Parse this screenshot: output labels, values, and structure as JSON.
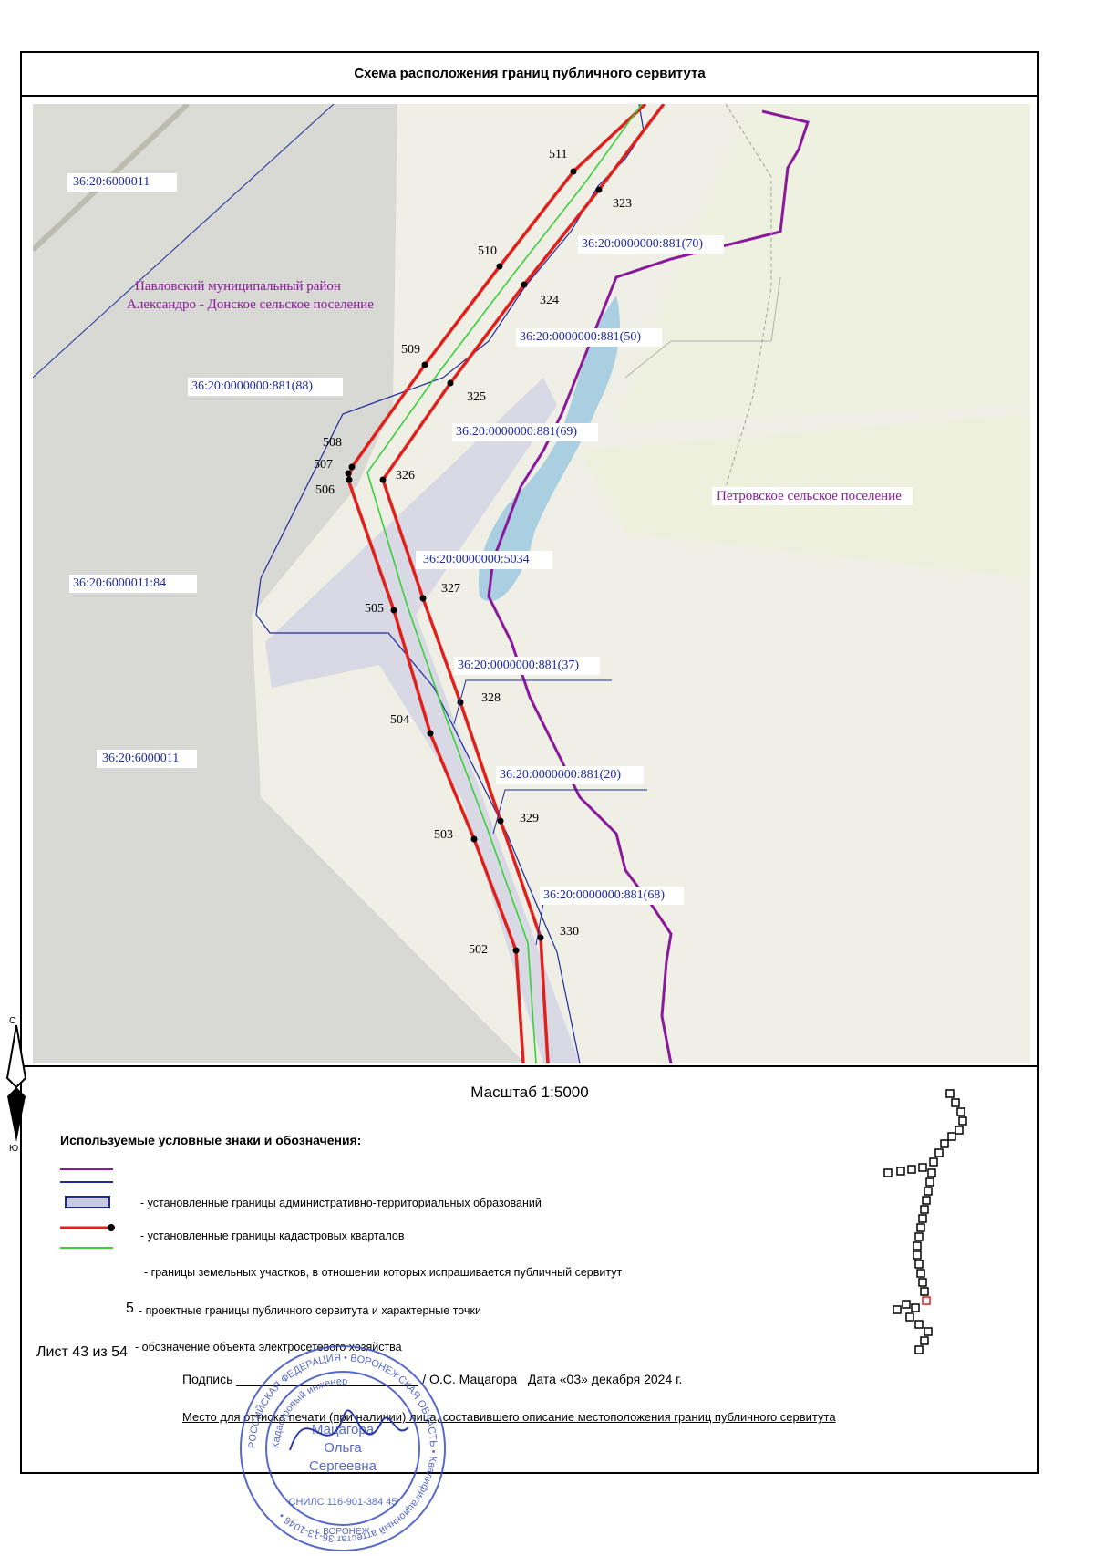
{
  "title": "Схема расположения границ публичного сервитута",
  "map": {
    "labels": {
      "quarter_top_left": "36:20:6000011",
      "quarter_left_mid": "36:20:6000011:84",
      "quarter_left_bottom": "36:20:6000011",
      "district_line1": "Павловский муниципальный район",
      "district_line2": "Александро - Донское сельское поселение",
      "settlement_right": "Петровское сельское поселение",
      "parcel_88": "36:20:0000000:881(88)",
      "parcel_70": "36:20:0000000:881(70)",
      "parcel_50": "36:20:0000000:881(50)",
      "parcel_69": "36:20:0000000:881(69)",
      "parcel_5034": "36:20:0000000:5034",
      "parcel_37": "36:20:0000000:881(37)",
      "parcel_20": "36:20:0000000:881(20)",
      "parcel_68": "36:20:0000000:881(68)"
    },
    "points": {
      "p511": "511",
      "p510": "510",
      "p509": "509",
      "p508": "508",
      "p507": "507",
      "p506": "506",
      "p505": "505",
      "p504": "504",
      "p503": "503",
      "p502": "502",
      "p323": "323",
      "p324": "324",
      "p325": "325",
      "p326": "326",
      "p327": "327",
      "p328": "328",
      "p329": "329",
      "p330": "330"
    },
    "compass_north": "С",
    "compass_south": "Ю",
    "colors": {
      "admin_border": "#8a1a9b",
      "quarter_border": "#1f2a9c",
      "servitude": "#e0201c",
      "power_object": "#3ccf3c",
      "water": "#a9cfe0",
      "field_gray": "#d8d8d4",
      "field_green": "#eef1e0"
    }
  },
  "legend": {
    "scale": "Масштаб 1:5000",
    "title": "Используемые условные знаки и обозначения:",
    "item_admin": "- установленные границы административно-территориальных образований",
    "item_quarters": "- установленные границы кадастровых кварталов",
    "item_parcels": "- границы земельных участков, в отношении которых испрашивается публичный сервитут",
    "item_servitude_num": "5",
    "item_servitude": "- проектные границы публичного сервитута и характерные точки",
    "item_object": "- обозначение объекта электросетевого хозяйства"
  },
  "footer": {
    "sheet": "Лист 43 из 54",
    "sign_label": "Подпись",
    "sign_name": "/ О.С. Мацагора",
    "date": "Дата «03» декабря 2024 г.",
    "seal_place": "Место для оттиска печати (при наличии) лица, составившего описание местоположения границ публичного сервитута"
  },
  "stamp": {
    "outer_text": "РОССИЙСКАЯ ФЕДЕРАЦИЯ • ВОРОНЕЖСКАЯ ОБЛАСТЬ • Квалификационный аттестат 36-13-1046 •",
    "inner_text": "Кадастровый инженер",
    "name1": "Мацагора",
    "name2": "Ольга",
    "name3": "Сергеевна",
    "snils": "СНИЛС 116-901-384 45",
    "city": "г. ВОРОНЕЖ"
  }
}
